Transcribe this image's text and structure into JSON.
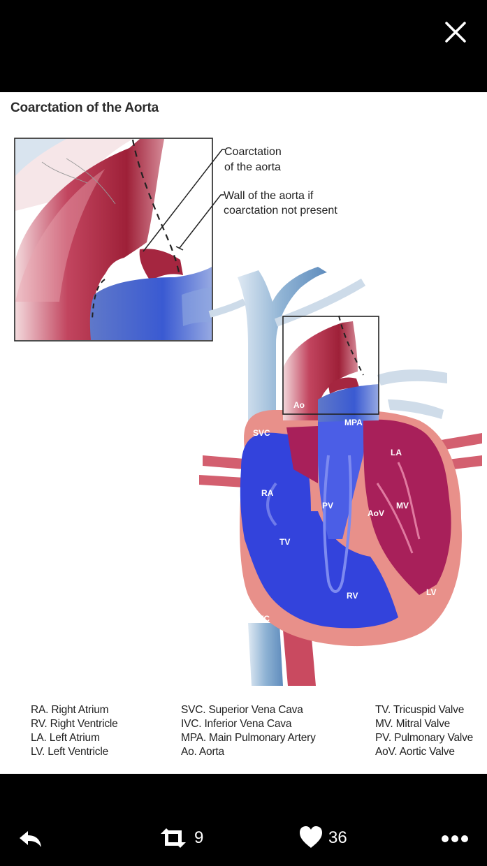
{
  "figure": {
    "title": "Coarctation of the Aorta",
    "callouts": {
      "coarctation_line1": "Coarctation",
      "coarctation_line2": "of the aorta",
      "wall_line1": "Wall of the aorta if",
      "wall_line2": "coarctation not present"
    },
    "labels": {
      "ao": "Ao",
      "mpa": "MPA",
      "svc": "SVC",
      "la": "LA",
      "ra": "RA",
      "pv": "PV",
      "aov": "AoV",
      "mv": "MV",
      "tv": "TV",
      "rv": "RV",
      "lv": "LV",
      "ivc": "IVC"
    },
    "legend": {
      "col1": [
        "RA. Right Atrium",
        "RV. Right Ventricle",
        "LA. Left Atrium",
        "LV. Left Ventricle"
      ],
      "col2": [
        "SVC. Superior Vena Cava",
        "IVC. Inferior Vena Cava",
        "MPA. Main Pulmonary Artery",
        "Ao. Aorta"
      ],
      "col3": [
        "TV. Tricuspid Valve",
        "MV. Mitral Valve",
        "PV. Pulmonary Valve",
        "AoV.  Aortic Valve"
      ]
    }
  },
  "actions": {
    "retweet_count": "9",
    "like_count": "36"
  },
  "icons": {
    "close": "close-icon",
    "reply": "reply-icon",
    "retweet": "retweet-icon",
    "like": "heart-icon",
    "more": "more-icon"
  },
  "colors": {
    "background": "#000000",
    "aorta_red": "#b8304a",
    "venous_blue": "#2f3fd6",
    "vessel_light_blue": "#8fb4d6",
    "heart_pink": "#e8908a"
  }
}
